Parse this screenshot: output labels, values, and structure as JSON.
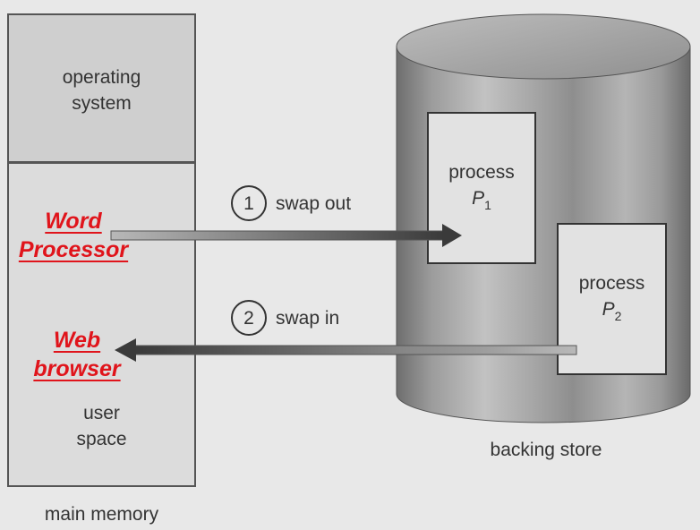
{
  "memory": {
    "os_line1": "operating",
    "os_line2": "system",
    "word_line1": "Word",
    "word_line2": "Processor",
    "web_line1": "Web",
    "web_line2": "browser",
    "user_line1": "user",
    "user_line2": "space",
    "caption": "main memory"
  },
  "backing_store": {
    "p1_label": "process",
    "p1_letter": "P",
    "p1_sub": "1",
    "p2_label": "process",
    "p2_letter": "P",
    "p2_sub": "2",
    "caption": "backing store"
  },
  "arrows": {
    "out_num": "1",
    "out_label": "swap out",
    "in_num": "2",
    "in_label": "swap in"
  },
  "colors": {
    "highlight": "#e0141b",
    "cylinder": "#9a9a9a",
    "arrow": "#3c3c3c"
  }
}
